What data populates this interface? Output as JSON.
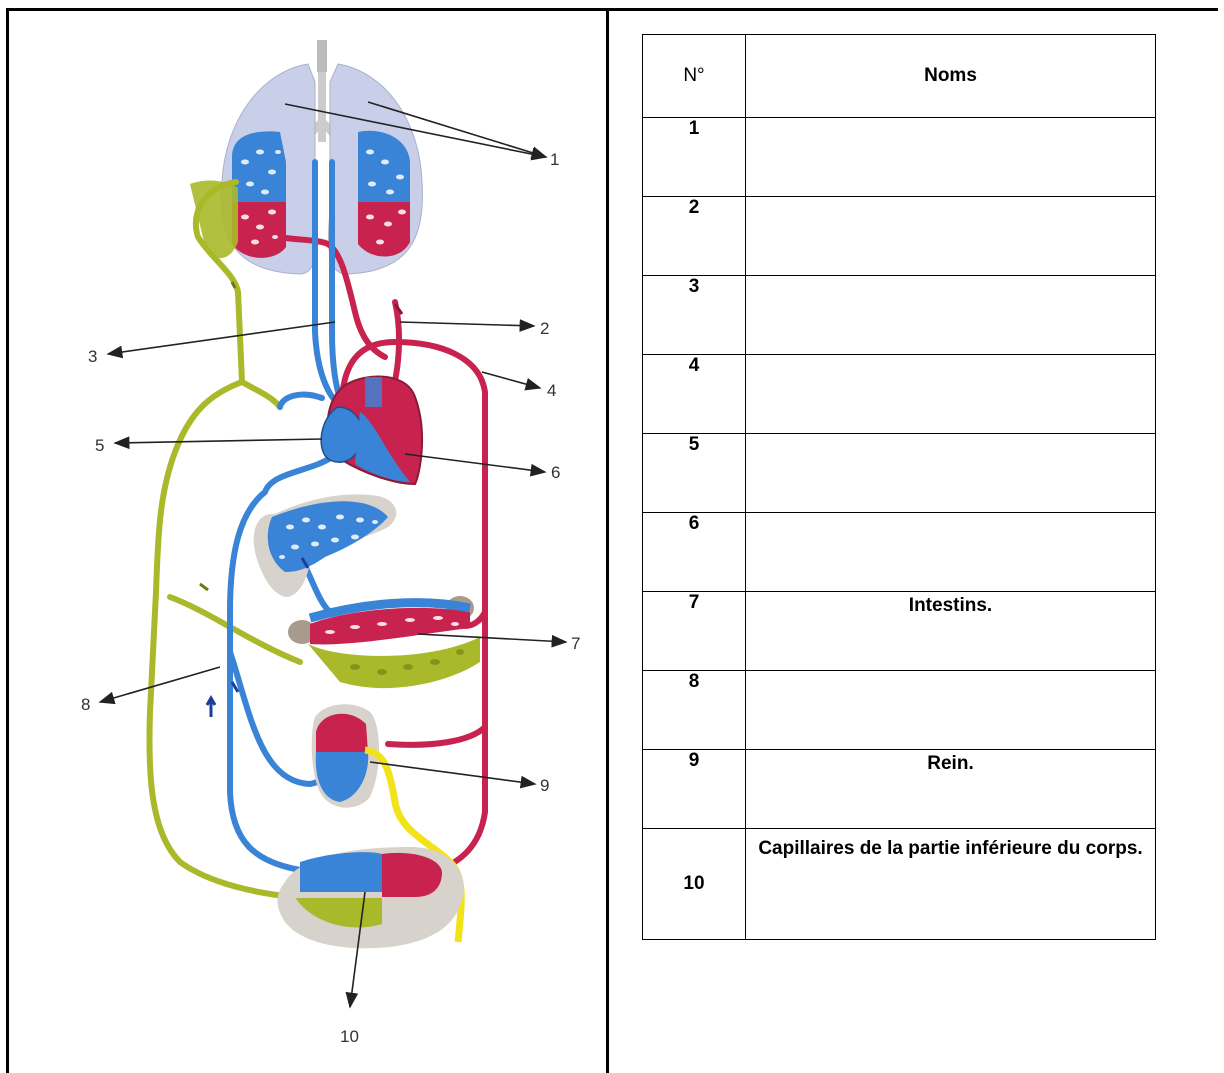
{
  "diagram": {
    "labels": [
      "1",
      "2",
      "3",
      "4",
      "5",
      "6",
      "7",
      "8",
      "9",
      "10"
    ],
    "colors": {
      "artery_red": "#c8234f",
      "vein_blue": "#3a84d8",
      "lymph_green": "#aab92a",
      "lung_lavender": "#c9cfe8",
      "organ_gray": "#d8d2cc",
      "ureter_yellow": "#f2e21a"
    }
  },
  "table": {
    "header_num": "N°",
    "header_name": "Noms",
    "rows": [
      {
        "num": "1",
        "name": ""
      },
      {
        "num": "2",
        "name": ""
      },
      {
        "num": "3",
        "name": ""
      },
      {
        "num": "4",
        "name": ""
      },
      {
        "num": "5",
        "name": ""
      },
      {
        "num": "6",
        "name": ""
      },
      {
        "num": "7",
        "name": "Intestins."
      },
      {
        "num": "8",
        "name": ""
      },
      {
        "num": "9",
        "name": "Rein."
      },
      {
        "num": "10",
        "name": "Capillaires de la partie inférieure du corps."
      }
    ]
  }
}
